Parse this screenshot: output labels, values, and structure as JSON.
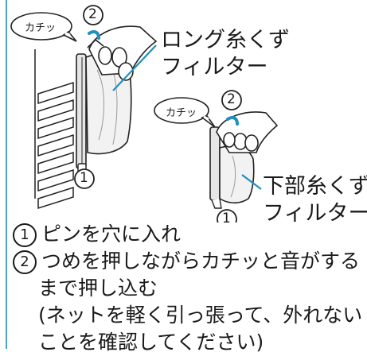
{
  "illustration": {
    "long_filter": {
      "click_label": "カチッ",
      "step_marker_top": "2",
      "step_marker_bottom": "1",
      "callout_line1": "ロング糸くず",
      "callout_line2": "フィルター"
    },
    "lower_filter": {
      "click_label": "カチッ",
      "step_marker_top": "2",
      "step_marker_bottom": "1",
      "callout_line1": "下部糸くず",
      "callout_line2": "フィルター"
    }
  },
  "steps": [
    {
      "marker": "1",
      "lines": [
        "ピンを穴に入れ"
      ]
    },
    {
      "marker": "2",
      "lines": [
        "つめを押しながらカチッと音がする",
        "まで押し込む",
        "(ネットを軽く引っ張って、外れない",
        "ことを確認してください)"
      ]
    }
  ],
  "colors": {
    "accent_rule": "#4aa7c7",
    "arrow": "#1e8fc0",
    "callout_line": "#1e8fc0"
  }
}
